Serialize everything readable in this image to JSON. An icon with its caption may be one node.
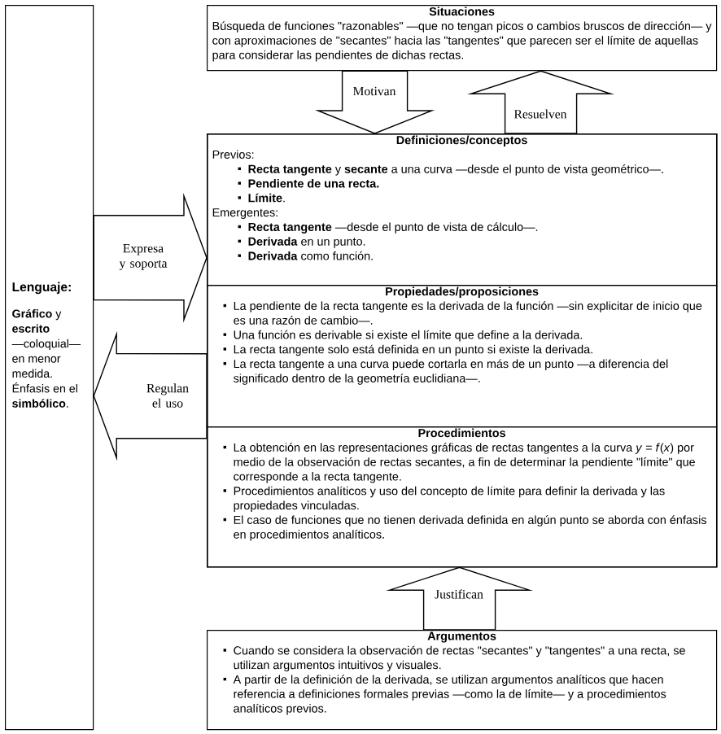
{
  "diagram": {
    "nodes": [
      {
        "text": [
          "Lenguaje:",
          "**Gráfico** y **escrito** —coloquial— en menor medida. Énfasis en el **simbólico**."
        ]
      },
      {
        "text": [
          "Situaciones",
          "Búsqueda de funciones \"razonables\" —que no tengan picos o cambios bruscos de dirección— y con aproximaciones de \"secantes\" hacia las \"tangentes\" que parecen ser el límite de aquellas para considerar las pendientes de dichas rectas."
        ]
      },
      {
        "text": [],
        "shape": "box"
      },
      {
        "text": [
          "Definiciones/conceptos",
          "Previos:",
          "**Recta tangente** y **secante** a una curva —desde el punto de vista geométrico—.",
          "**Pendiente de una recta.**",
          "**Límite**.",
          "Emergentes:",
          "**Recta tangente** —desde el punto de vista de cálculo—.",
          "**Derivada** en un punto.",
          "**Derivada** como función."
        ],
        "in": 2
      },
      {
        "text": [
          "Propiedades/proposiciones",
          "La pendiente de la recta tangente es la derivada de la función —sin explicitar de inicio que es una razón de cambio—.",
          "Una función es derivable si existe el límite que define a la derivada.",
          "La recta tangente solo está definida en un punto si existe la derivada.",
          "La recta tangente a una curva puede cortarla en más de un punto —a diferencia del significado dentro de la geometría euclidiana—."
        ],
        "in": 2
      },
      {
        "text": [
          "Procedimientos",
          "La obtención en las representaciones gráficas de rectas tangentes a la curva *y* = *f*(*x*) por medio de la observación de rectas secantes, a fin de determinar la pendiente \"límite\" que corresponde a la recta tangente.",
          "Procedimientos analíticos y uso del concepto de límite para definir la derivada y las propiedades vinculadas.",
          "El caso de funciones que no tienen derivada definida en algún punto se aborda con énfasis en procedimientos analíticos."
        ],
        "in": 2
      },
      {
        "text": [
          "Argumentos",
          "Cuando se considera la observación de rectas \"secantes\" y \"tangentes\" a una recta, se utilizan argumentos intuitivos y visuales.",
          "A partir de la definición de la derivada, se utilizan argumentos analíticos que hacen referencia a definiciones formales previas —como la de límite— y a procedimientos analíticos previos."
        ]
      }
    ],
    "edges": [
      {
        "from": 1,
        "to": 3,
        "arrow": "to",
        "label": "Motivan"
      },
      {
        "from": 3,
        "to": 1,
        "arrow": "to",
        "label": "Resuelven"
      },
      {
        "from": 0,
        "to": 2,
        "arrow": "to",
        "label": "Expresa y soporta"
      },
      {
        "from": 2,
        "to": 0,
        "arrow": "to",
        "label": "Regulan el uso"
      },
      {
        "from": 6,
        "to": 5,
        "arrow": "to",
        "label": "Justifican"
      }
    ]
  }
}
